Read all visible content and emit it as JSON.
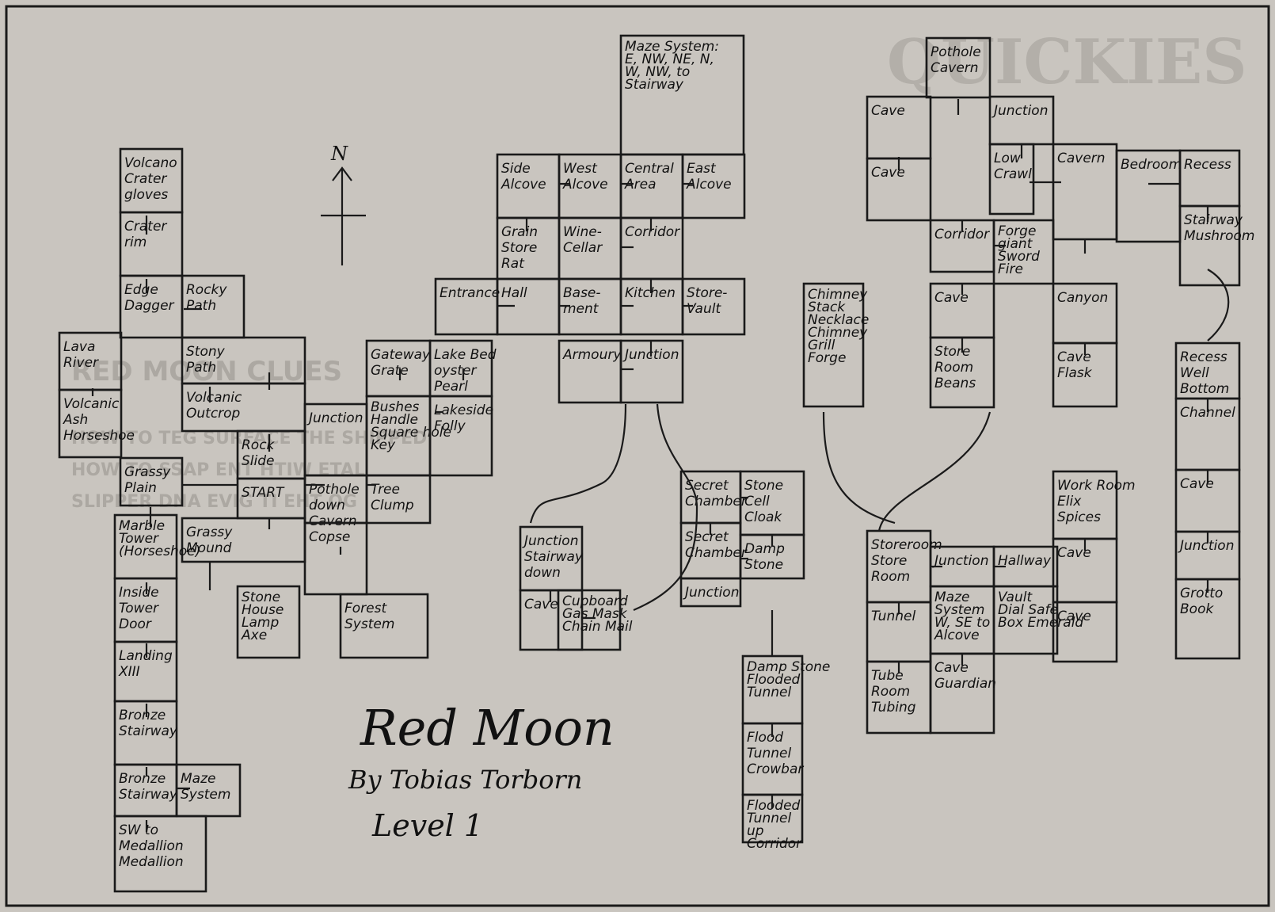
{
  "map": {
    "title": "Red Moon",
    "subtitle": "By Tobias Torborn",
    "level": "Level 1",
    "compass": "N"
  },
  "rooms": [
    {
      "id": "volcano-crater",
      "label": "Volcano\nCrater\ngloves"
    },
    {
      "id": "crater-rim",
      "label": "Crater\nrim"
    },
    {
      "id": "edge",
      "label": "Edge\nDagger"
    },
    {
      "id": "rocky-path",
      "label": "Rocky\nPath"
    },
    {
      "id": "lava-river",
      "label": "Lava\nRiver"
    },
    {
      "id": "volcanic-ash",
      "label": "Volcanic\nAsh\nHorseshoe"
    },
    {
      "id": "stony-path",
      "label": "Stony\nPath"
    },
    {
      "id": "volcanic-outcrop",
      "label": "Volcanic\nOutcrop"
    },
    {
      "id": "rock-slide",
      "label": "Rock\nSlide"
    },
    {
      "id": "grassy-plain",
      "label": "Grassy\nPlain"
    },
    {
      "id": "start",
      "label": "START"
    },
    {
      "id": "grassy-mound",
      "label": "Grassy\nMound"
    },
    {
      "id": "marble-tower",
      "label": "Marble\nTower\n(Horseshoe)"
    },
    {
      "id": "inside-tower",
      "label": "Inside\nTower\nDoor"
    },
    {
      "id": "landing",
      "label": "Landing\nXIII"
    },
    {
      "id": "bronze-stairway-1",
      "label": "Bronze\nStairway"
    },
    {
      "id": "bronze-stairway-2",
      "label": "Bronze\nStairway"
    },
    {
      "id": "maze-system-1",
      "label": "Maze\nSystem"
    },
    {
      "id": "sw-medallion",
      "label": "SW to\nMedallion\nMedallion"
    },
    {
      "id": "stone-house",
      "label": "Stone\nHouse\nLamp\nAxe"
    },
    {
      "id": "junction-1",
      "label": "Junction"
    },
    {
      "id": "pothole-1",
      "label": "Pothole\ndown\nCavern"
    },
    {
      "id": "tree-clump",
      "label": "Tree\nClump"
    },
    {
      "id": "copse",
      "label": "Copse"
    },
    {
      "id": "forest-system",
      "label": "Forest\nSystem"
    },
    {
      "id": "gateway",
      "label": "Gateway\nGrate"
    },
    {
      "id": "lake-bed",
      "label": "Lake Bed\noyster\nPearl"
    },
    {
      "id": "bushes",
      "label": "Bushes\nHandle\nSquare hole\nKey"
    },
    {
      "id": "lakeside-folly",
      "label": "Lakeside\nFolly"
    },
    {
      "id": "entrance",
      "label": "Entrance"
    },
    {
      "id": "hall",
      "label": "Hall"
    },
    {
      "id": "basement",
      "label": "Base-\nment"
    },
    {
      "id": "side-alcove",
      "label": "Side\nAlcove"
    },
    {
      "id": "west-alcove",
      "label": "West\nAlcove"
    },
    {
      "id": "central-area",
      "label": "Central\nArea"
    },
    {
      "id": "east-alcove",
      "label": "East\nAlcove"
    },
    {
      "id": "grain-store",
      "label": "Grain\nStore\nRat"
    },
    {
      "id": "wine-cellar",
      "label": "Wine-\nCellar"
    },
    {
      "id": "corridor-1",
      "label": "Corridor"
    },
    {
      "id": "kitchen",
      "label": "Kitchen"
    },
    {
      "id": "store-vault",
      "label": "Store-\nVault"
    },
    {
      "id": "armoury",
      "label": "Armoury"
    },
    {
      "id": "junction-2",
      "label": "Junction"
    },
    {
      "id": "maze-note",
      "label": "Maze System:\nE, NW, NE, N,\nW, NW, to\nStairway"
    },
    {
      "id": "junction-3",
      "label": "Junction\nStairway\ndown"
    },
    {
      "id": "cave-1",
      "label": "Cave"
    },
    {
      "id": "cupboard",
      "label": "Cupboard\nGas Mask\nChain Mail"
    },
    {
      "id": "pothole-2",
      "label": "Pothole\nCavern"
    },
    {
      "id": "cave-2",
      "label": "Cave"
    },
    {
      "id": "cave-3",
      "label": "Cave"
    },
    {
      "id": "junction-4",
      "label": "Junction"
    },
    {
      "id": "low-crawl",
      "label": "Low\nCrawl"
    },
    {
      "id": "cavern",
      "label": "Cavern"
    },
    {
      "id": "corridor-2",
      "label": "Corridor"
    },
    {
      "id": "forge",
      "label": "Forge\ngiant\nSword\nFire"
    },
    {
      "id": "canyon",
      "label": "Canyon"
    },
    {
      "id": "chimney",
      "label": "Chimney\nStack\nNecklace\nChimney\nGrill\nForge"
    },
    {
      "id": "cave-4",
      "label": "Cave"
    },
    {
      "id": "store-room-1",
      "label": "Store\nRoom\nBeans"
    },
    {
      "id": "cave-flask",
      "label": "Cave\nFlask"
    },
    {
      "id": "bedroom",
      "label": "Bedroom"
    },
    {
      "id": "recess-1",
      "label": "Recess"
    },
    {
      "id": "stairway-r",
      "label": "Stairway\nMushroom"
    },
    {
      "id": "recess-2",
      "label": "Recess\nWell\nBottom"
    },
    {
      "id": "channel",
      "label": "Channel"
    },
    {
      "id": "cave-5",
      "label": "Cave"
    },
    {
      "id": "junction-5",
      "label": "Junction"
    },
    {
      "id": "grotto",
      "label": "Grotto\nBook"
    },
    {
      "id": "secret-chamber-1",
      "label": "Secret\nChamber"
    },
    {
      "id": "stone-cell",
      "label": "Stone\nCell\nCloak"
    },
    {
      "id": "secret-chamber-2",
      "label": "Secret\nChamber"
    },
    {
      "id": "damp-stone",
      "label": "Damp\nStone"
    },
    {
      "id": "junction-6",
      "label": "Junction"
    },
    {
      "id": "storeroom",
      "label": "Storeroom\nStore\nRoom"
    },
    {
      "id": "junction-7",
      "label": "Junction"
    },
    {
      "id": "hallway",
      "label": "Hallway"
    },
    {
      "id": "work-room",
      "label": "Work Room\nElix\nSpices"
    },
    {
      "id": "cave-6",
      "label": "Cave"
    },
    {
      "id": "tunnel",
      "label": "Tunnel"
    },
    {
      "id": "maze-system-2",
      "label": "Maze\nSystem\nW, SE to\nAlcove"
    },
    {
      "id": "vault",
      "label": "Vault\nDial Safe\nBox Emerald"
    },
    {
      "id": "cave-7",
      "label": "Cave"
    },
    {
      "id": "tube-room",
      "label": "Tube\nRoom\nTubing"
    },
    {
      "id": "cave-guardian",
      "label": "Cave\nGuardian"
    },
    {
      "id": "damp-stone-2",
      "label": "Damp Stone\nFlooded\nTunnel"
    },
    {
      "id": "flood-tunnel",
      "label": "Flood\nTunnel\nCrowbar"
    },
    {
      "id": "flooded-tunnel",
      "label": "Flooded\nTunnel\nup\nCorridor"
    }
  ],
  "background_text": {
    "heading": "QUICKIES",
    "subheading": "RED MOON CLUES",
    "body_lines": [
      "HOW TO TEG SURFACE THE SHIPPED",
      "HOW TO SSAP ENT HTIW ETAL",
      "SLIPPER DNA EVIG TI EHT OG"
    ]
  }
}
